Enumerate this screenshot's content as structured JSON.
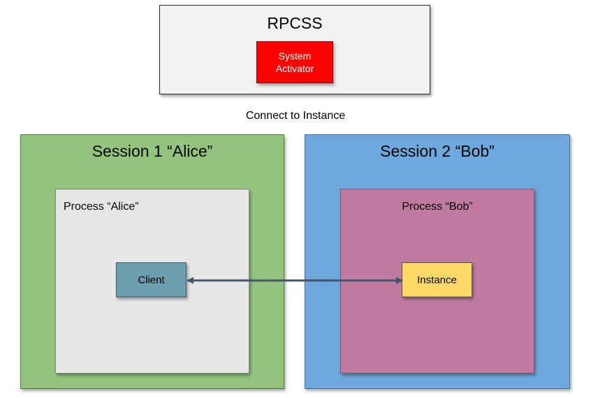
{
  "rpcss": {
    "title": "RPCSS",
    "system_activator": "System\nActivator"
  },
  "connection": {
    "label": "Connect to Instance"
  },
  "session1": {
    "title": "Session 1 “Alice”",
    "process": {
      "label": "Process “Alice”",
      "client": "Client"
    }
  },
  "session2": {
    "title": "Session 2 “Bob”",
    "process": {
      "label": "Process “Bob”",
      "instance": "Instance"
    }
  },
  "colors": {
    "rpcss_bg": "#f2f2f2",
    "system_activator": "#ff0000",
    "session1_bg": "#93c47d",
    "session2_bg": "#6fa8dc",
    "process_alice_bg": "#e7e7e7",
    "process_bob_bg": "#c27ba0",
    "client_bg": "#6d9eab",
    "instance_bg": "#ffd966",
    "arrow": "#44546a"
  }
}
